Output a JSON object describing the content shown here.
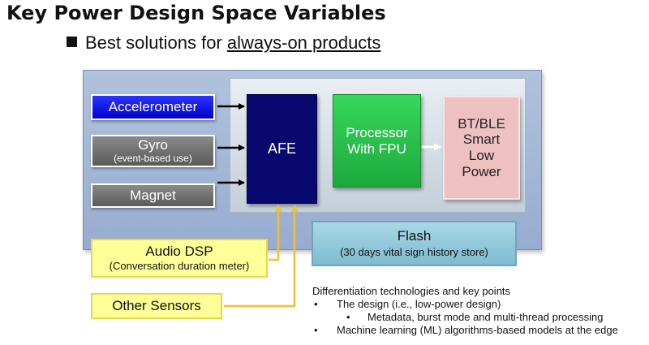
{
  "title": "Key Power Design Space Variables",
  "subtitle": {
    "prefix": "Best solutions for ",
    "emphasis": "always-on products"
  },
  "sensors": {
    "accelerometer": "Accelerometer",
    "gyro": "Gyro",
    "gyro_note": "(event-based use)",
    "magnet": "Magnet"
  },
  "blocks": {
    "afe": "AFE",
    "processor_line1": "Processor",
    "processor_line2": "With FPU",
    "bt_line1": "BT/BLE",
    "bt_line2": "Smart",
    "bt_line3": "Low",
    "bt_line4": "Power",
    "flash": "Flash",
    "flash_note": "(30 days vital sign history store)"
  },
  "external": {
    "audio": "Audio DSP",
    "audio_note": "(Conversation duration meter)",
    "other": "Other Sensors"
  },
  "notes": {
    "heading": "Differentiation technologies and key points",
    "point1": "The design (i.e., low-power design)",
    "point1_sub": "Metadata, burst mode and multi-thread processing",
    "point2": "Machine learning (ML) algorithms-based models at the edge",
    "bullet": "•"
  },
  "colors": {
    "accelerometer": "#1010ee",
    "gray_sensor": "#707070",
    "afe": "#08086e",
    "processor": "#2cc24e",
    "bt": "#efc0c0",
    "flash": "#93c9dc",
    "external": "#ffff99",
    "wire_yellow": "#f2c030",
    "panel": "#a3b8d8"
  }
}
